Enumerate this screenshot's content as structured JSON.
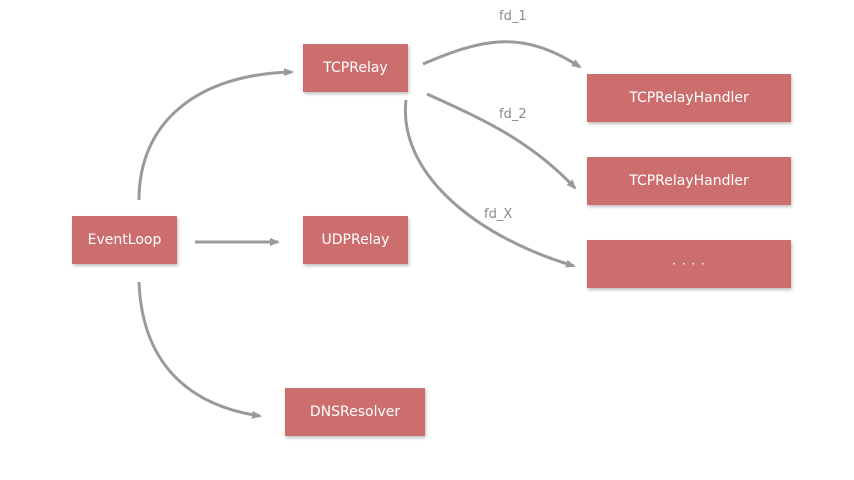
{
  "colors": {
    "node_fill": "#cd6e6e",
    "node_text": "#ffffff",
    "edge": "#9a9a9a",
    "label": "#8a8a8a"
  },
  "nodes": {
    "event_loop": "EventLoop",
    "tcp_relay": "TCPRelay",
    "udp_relay": "UDPRelay",
    "dns_resolver": "DNSResolver",
    "handler_1": "TCPRelayHandler",
    "handler_2": "TCPRelayHandler",
    "handler_more": "· · · ·"
  },
  "edge_labels": {
    "fd_1": "fd_1",
    "fd_2": "fd_2",
    "fd_x": "fd_X"
  }
}
